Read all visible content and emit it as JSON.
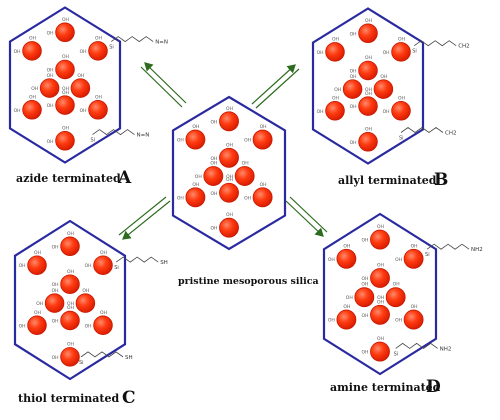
{
  "diagram": {
    "center": {
      "label": "pristine mesoporous silica",
      "group_text": "OH"
    },
    "variants": [
      {
        "id": "A",
        "label": "azide terminated",
        "letter": "A",
        "group_text": "N=N"
      },
      {
        "id": "B",
        "label": "allyl terminated",
        "letter": "B",
        "group_text": "CH2"
      },
      {
        "id": "C",
        "label": "thiol terminated",
        "letter": "C",
        "group_text": "SH"
      },
      {
        "id": "D",
        "label": "amine terminated",
        "letter": "D",
        "group_text": "NH2"
      }
    ],
    "colors": {
      "hexagon": "#2a2aa0",
      "sphere": "#ff2a00",
      "sphere_edge": "#c81800",
      "arrow": "#2d6b1e",
      "chain": "#444444"
    }
  }
}
